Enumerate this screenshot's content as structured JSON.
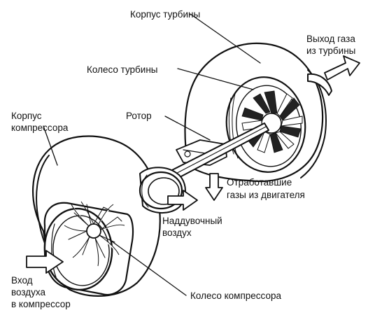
{
  "diagram": {
    "labels": {
      "turbine_housing": "Корпус турбины",
      "gas_out_line1": "Выход газа",
      "gas_out_line2": "из турбины",
      "turbine_wheel": "Колесо турбины",
      "rotor": "Ротор",
      "compressor_housing_line1": "Корпус",
      "compressor_housing_line2": "компрессора",
      "exhaust_in_line1": "Отработавшие",
      "exhaust_in_line2": "газы из двигателя",
      "boost_air_line1": "Наддувочный",
      "boost_air_line2": "воздух",
      "air_in_line1": "Вход",
      "air_in_line2": "воздуха",
      "air_in_line3": "в компрессор",
      "compressor_wheel": "Колесо компрессора"
    },
    "colors": {
      "ink": "#111111",
      "background": "#ffffff"
    }
  }
}
